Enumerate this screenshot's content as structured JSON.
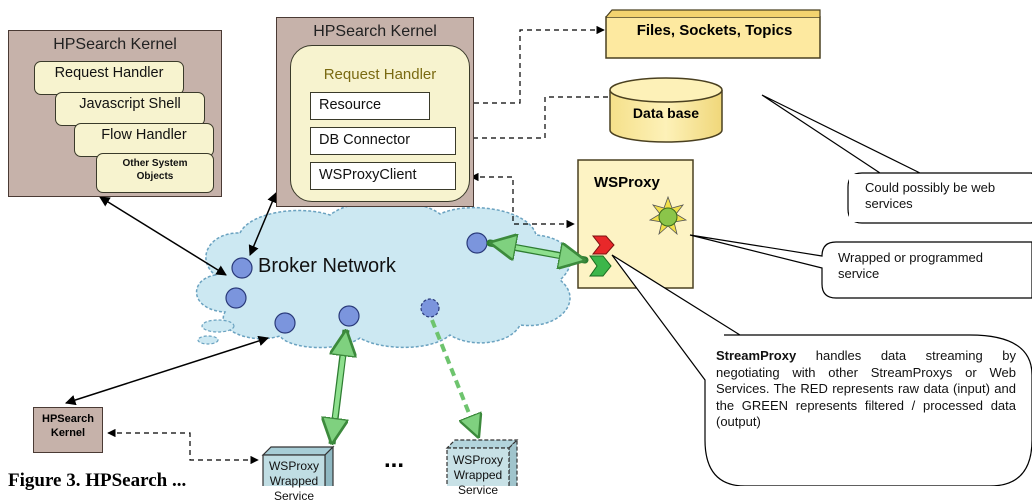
{
  "kernel_left": {
    "title": "HPSearch Kernel",
    "tabs": [
      "Request Handler",
      "Javascript Shell",
      "Flow Handler"
    ],
    "other_objects": [
      "Other System",
      "Objects"
    ]
  },
  "kernel_mid": {
    "title": "HPSearch Kernel",
    "request_handler": "Request Handler",
    "components": [
      "Resource",
      "DB Connector",
      "WSProxyClient"
    ]
  },
  "files_label": "Files, Sockets, Topics",
  "database_label": "Data base",
  "wsproxy_label": "WSProxy",
  "broker_label": "Broker Network",
  "callouts": {
    "web_services": "Could possibly be web services",
    "wrapped": "Wrapped or programmed service",
    "streamproxy_bold": "StreamProxy",
    "streamproxy_text": " handles data streaming by negotiating with other StreamProxys or Web Services. The RED represents raw data (input) and the GREEN represents filtered / processed data (output)"
  },
  "small_kernel": [
    "HPSearch",
    "Kernel"
  ],
  "wrapped_service_1": [
    "WSProxy",
    "Wrapped",
    "Service"
  ],
  "wrapped_service_2": [
    "WSProxy",
    "Wrapped",
    "Service"
  ],
  "ellipsis": "...",
  "figure_caption": "Figure 3. HPSearch ..."
}
